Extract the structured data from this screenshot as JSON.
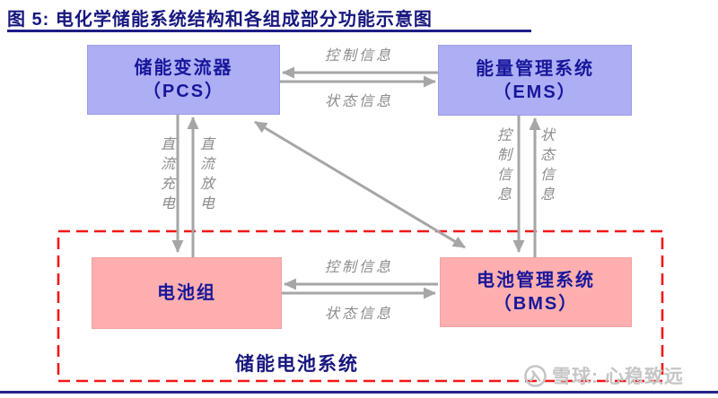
{
  "title": {
    "text": "图 5:  电化学储能系统结构和各组成部分功能示意图"
  },
  "nodes": {
    "pcs": {
      "line1": "储能变流器",
      "line2": "（PCS）"
    },
    "ems": {
      "line1": "能量管理系统",
      "line2": "（EMS）"
    },
    "battery": {
      "line1": "电池组"
    },
    "bms": {
      "line1": "电池管理系统",
      "line2": "（BMS）"
    }
  },
  "edges": {
    "pcs_ems_control": "控制信息",
    "pcs_ems_status": "状态信息",
    "dc_charge": "直流充电",
    "dc_discharge": "直流放电",
    "ems_bms_control": "控制信息",
    "ems_bms_status": "状态信息",
    "battery_bms_control": "控制信息",
    "battery_bms_status": "状态信息"
  },
  "group_label": "储能电池系统",
  "watermark": {
    "text": "雪球: 心稳致远"
  },
  "colors": {
    "title_navy": "#17177f",
    "node_text_navy": "#17179b",
    "node_purple": "#aeaef5",
    "node_pink": "#ffafaf",
    "arrow_gray": "#a6a6a6",
    "edge_label_gray": "#8c8c8c",
    "dashed_border_red": "#f51616"
  }
}
